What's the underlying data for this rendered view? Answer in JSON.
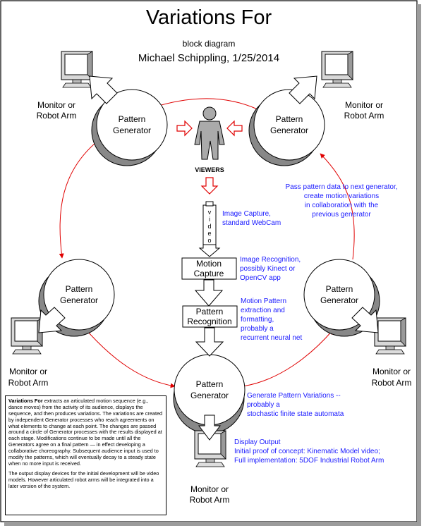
{
  "title": "Variations For",
  "subtitle": "block diagram",
  "author_line": "Michael Schippling, 1/25/2014",
  "generators": {
    "top_left": [
      "Pattern",
      "Generator"
    ],
    "top_right": [
      "Pattern",
      "Generator"
    ],
    "mid_left": [
      "Pattern",
      "Generator"
    ],
    "mid_right": [
      "Pattern",
      "Generator"
    ],
    "bottom": [
      "Pattern",
      "Generator"
    ]
  },
  "monitors": {
    "top_left": [
      "Monitor or",
      "Robot Arm"
    ],
    "top_right": [
      "Monitor or",
      "Robot Arm"
    ],
    "mid_left": [
      "Monitor or",
      "Robot Arm"
    ],
    "mid_right": [
      "Monitor or",
      "Robot Arm"
    ],
    "bottom": [
      "Monitor or",
      "Robot Arm"
    ]
  },
  "viewers_label": "VIEWERS",
  "video_letters": [
    "v",
    "i",
    "d",
    "e",
    "o"
  ],
  "boxes": {
    "motion_capture": [
      "Motion",
      "Capture"
    ],
    "pattern_recognition": [
      "Pattern",
      "Recognition"
    ]
  },
  "notes": {
    "image_capture": [
      "Image Capture,",
      "standard WebCam"
    ],
    "image_recognition": [
      "Image Recognition,",
      "possibly Kinect or",
      "OpenCV app"
    ],
    "motion_pattern": [
      "Motion Pattern",
      "extraction and",
      "formatting,",
      "probably a",
      "recurrent neural net"
    ],
    "pass_pattern": [
      "Pass pattern data to next generator,",
      "create motion variations",
      "in collaboration with the",
      "previous generator"
    ],
    "generate_variations": [
      "Generate Pattern Variations --",
      "probably a",
      "stochastic finite state automata"
    ],
    "display_output": [
      "Display Output",
      "Initial proof of concept: Kinematic Model video;",
      "Full implementation: 5DOF Industrial Robot Arm"
    ]
  },
  "description": {
    "lead": "Variations For",
    "para1": " extracts an articulated motion sequence (e.g., dance moves) from the activity of its audience, displays the sequence, and then produces variations. The variations are created by independent Generator processes who reach agreements on what elements to change at each point. The changes are passed around a circle of Generator processes with the results displayed at each stage. Modifications continue to be made until all the Generators agree on a final pattern — in effect developing a collaborative choreography. Subsequent audience input is used to modify the patterns, which will eventually decay to a steady state when no more input is received.",
    "para2": "The output display devices for the initial development will be video models. However articulated robot arms will be integrated into a later version of the system."
  },
  "colors": {
    "flow_arrow": "#e00000",
    "note_text": "#1a1aff",
    "shadow_disk": "#888888"
  }
}
